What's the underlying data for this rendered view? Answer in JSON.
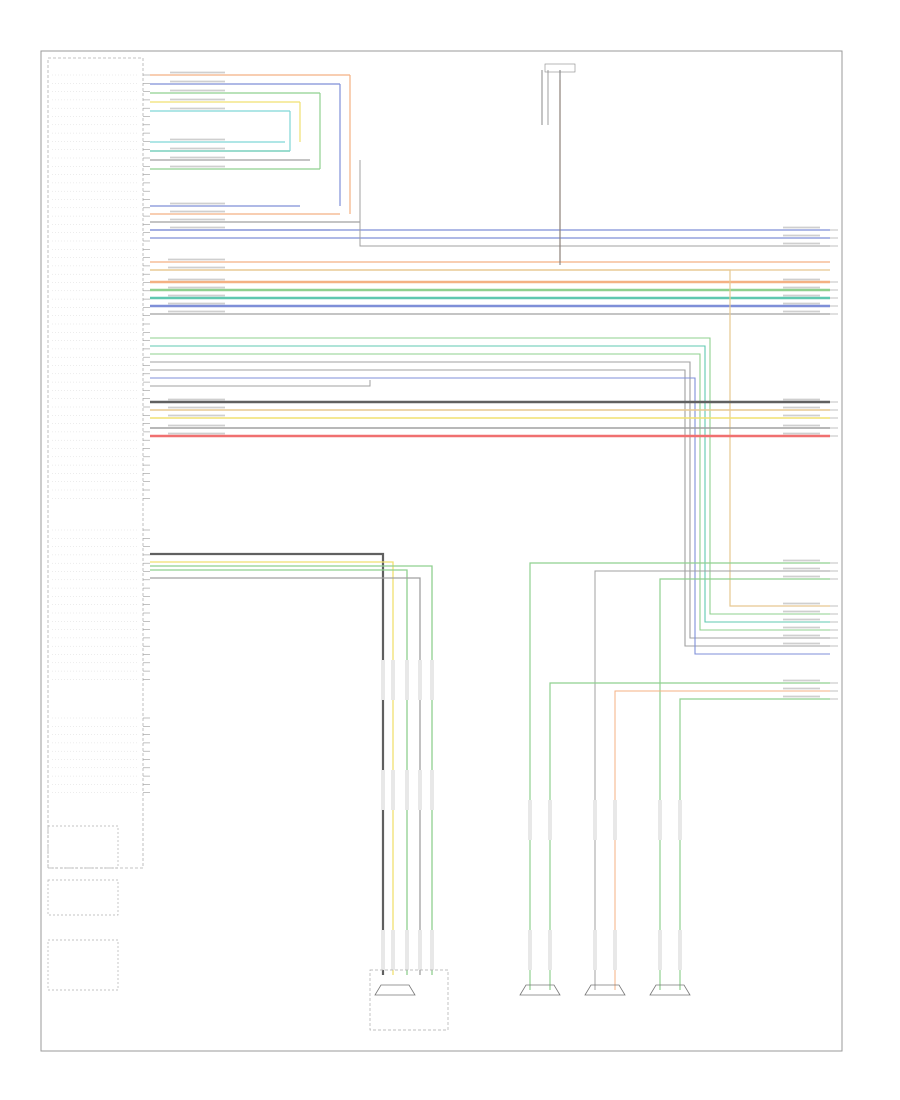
{
  "diagram": {
    "title": "",
    "module_title": "",
    "footer_code": "",
    "fuse_labels": [],
    "right_connector_labels": [],
    "components": [
      {
        "id": "front-right-tweeter",
        "label": ""
      },
      {
        "id": "left-front-tweeter",
        "label": ""
      },
      {
        "id": "left-speaker",
        "label": ""
      },
      {
        "id": "instrument-panel-speaker",
        "label": ""
      }
    ],
    "wire_colors": {
      "orange": "#f4b183",
      "blue": "#7f8fd8",
      "green": "#8fd08f",
      "yellow": "#f0e070",
      "cyan": "#7fd6d6",
      "violet": "#b9a0e0",
      "gray": "#a0a0a0",
      "red": "#f07070",
      "dark": "#606060",
      "tan": "#e7c890",
      "teal": "#5fc8b0"
    },
    "wires_top": [
      {
        "color": "orange"
      },
      {
        "color": "blue"
      },
      {
        "color": "green"
      },
      {
        "color": "yellow"
      },
      {
        "color": "cyan"
      },
      {
        "color": "cyan"
      },
      {
        "color": "teal"
      },
      {
        "color": "gray"
      },
      {
        "color": "green"
      },
      {
        "color": "blue"
      },
      {
        "color": "orange"
      },
      {
        "color": "gray"
      },
      {
        "color": "blue"
      }
    ],
    "bus_wires": [
      {
        "color": "orange"
      },
      {
        "color": "tan"
      },
      {
        "color": "orange"
      },
      {
        "color": "green"
      },
      {
        "color": "teal"
      },
      {
        "color": "blue"
      },
      {
        "color": "gray"
      }
    ],
    "lower_bus_wires": [
      {
        "color": "dark"
      },
      {
        "color": "tan"
      },
      {
        "color": "yellow"
      },
      {
        "color": "gray"
      },
      {
        "color": "red"
      }
    ]
  }
}
